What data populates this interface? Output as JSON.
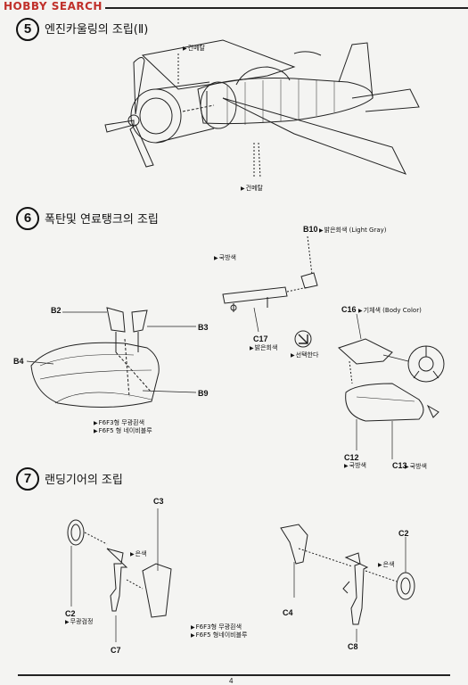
{
  "header": {
    "logo": "HOBBY SEARCH"
  },
  "sections": [
    {
      "number": "5",
      "title": "엔진카울링의 조립(Ⅱ)"
    },
    {
      "number": "6",
      "title": "폭탄및 연료탱크의 조립"
    },
    {
      "number": "7",
      "title": "랜딩기어의 조립"
    }
  ],
  "step5": {
    "note_top": "건메탈",
    "note_bottom": "건메탈"
  },
  "step6": {
    "labels": {
      "b2": "B2",
      "b3": "B3",
      "b4": "B4",
      "b9": "B9",
      "b10": "B10",
      "c17": "C17",
      "c16": "C16",
      "c12": "C12",
      "c13": "C13"
    },
    "notes": {
      "b10": "밝은회색 (Light Gray)",
      "kukbang_top": "국방색",
      "c17": "밝은회색",
      "c16": "기체색 (Body Color)",
      "c12": "국방색",
      "c13": "국방색",
      "option": "선택한다",
      "f6f3": "F6F3형 무광흰색",
      "f6f5": "F6F5 형 네이비블루"
    }
  },
  "step7": {
    "labels": {
      "c3": "C3",
      "c2_left": "C2",
      "c7": "C7",
      "c4": "C4",
      "c2_right": "C2",
      "c8": "C8"
    },
    "notes": {
      "silver_left": "은색",
      "c2_left": "무광검정",
      "silver_right": "은색",
      "f6f3": "F6F3형 무광흰색",
      "f6f5": "F6F5 형네이비블루"
    }
  },
  "footer": {
    "page": "4"
  }
}
